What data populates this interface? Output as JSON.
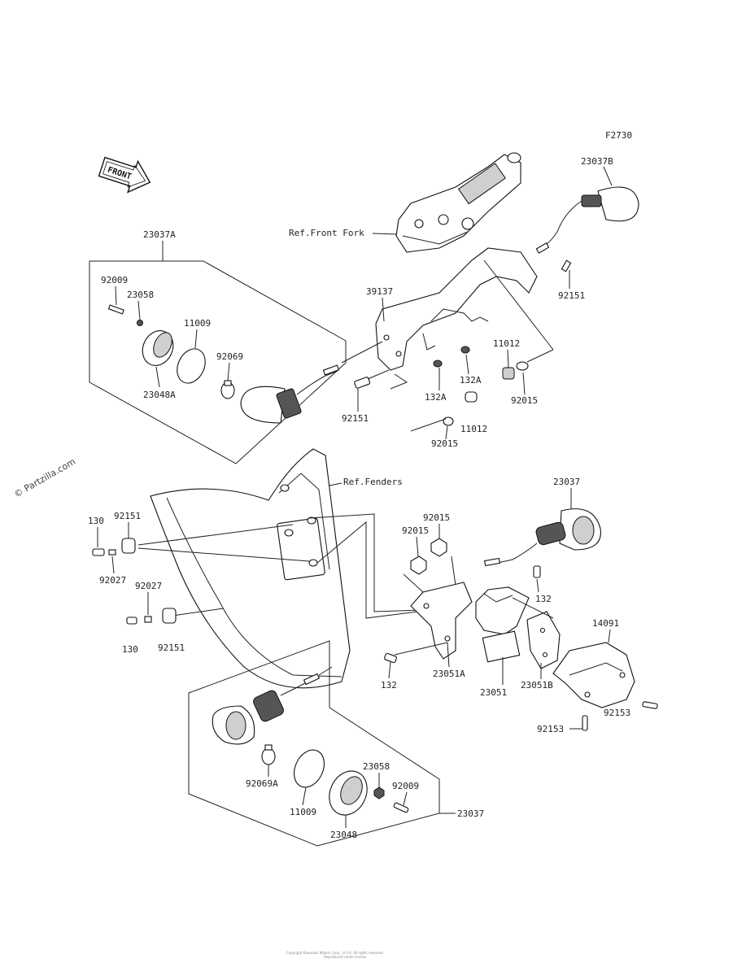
{
  "figure_id": "F2730",
  "watermark": "© Partzilla.com",
  "front_arrow": "FRONT",
  "refs": {
    "front_fork": "Ref.Front Fork",
    "fenders": "Ref.Fenders"
  },
  "callouts": {
    "p23037B": "23037B",
    "p23037A": "23037A",
    "p92009_a": "92009",
    "p23058_a": "23058",
    "p11009_a": "11009",
    "p92069": "92069",
    "p23048A": "23048A",
    "p39137": "39137",
    "p92151_a": "92151",
    "p92151_b": "92151",
    "p11012_a": "11012",
    "p132A_a": "132A",
    "p132A_b": "132A",
    "p92015_a": "92015",
    "p11012_b": "11012",
    "p92015_b": "92015",
    "p23037": "23037",
    "p130_a": "130",
    "p92151_c": "92151",
    "p92015_c": "92015",
    "p92015_d": "92015",
    "p92027_a": "92027",
    "p92027_b": "92027",
    "p130_b": "130",
    "p92151_d": "92151",
    "p132_a": "132",
    "p14091": "14091",
    "p132_b": "132",
    "p23051A": "23051A",
    "p23051": "23051",
    "p23051B": "23051B",
    "p92153_a": "92153",
    "p92153_b": "92153",
    "p92069A": "92069A",
    "p23058_b": "23058",
    "p92009_b": "92009",
    "p11009_b": "11009",
    "p23048": "23048",
    "p23037_b": "23037"
  },
  "footer_line1": "Copyright Kawasaki Motors Corp., U.S.A. All rights reserved.",
  "footer_line2": "Reproduced under license"
}
